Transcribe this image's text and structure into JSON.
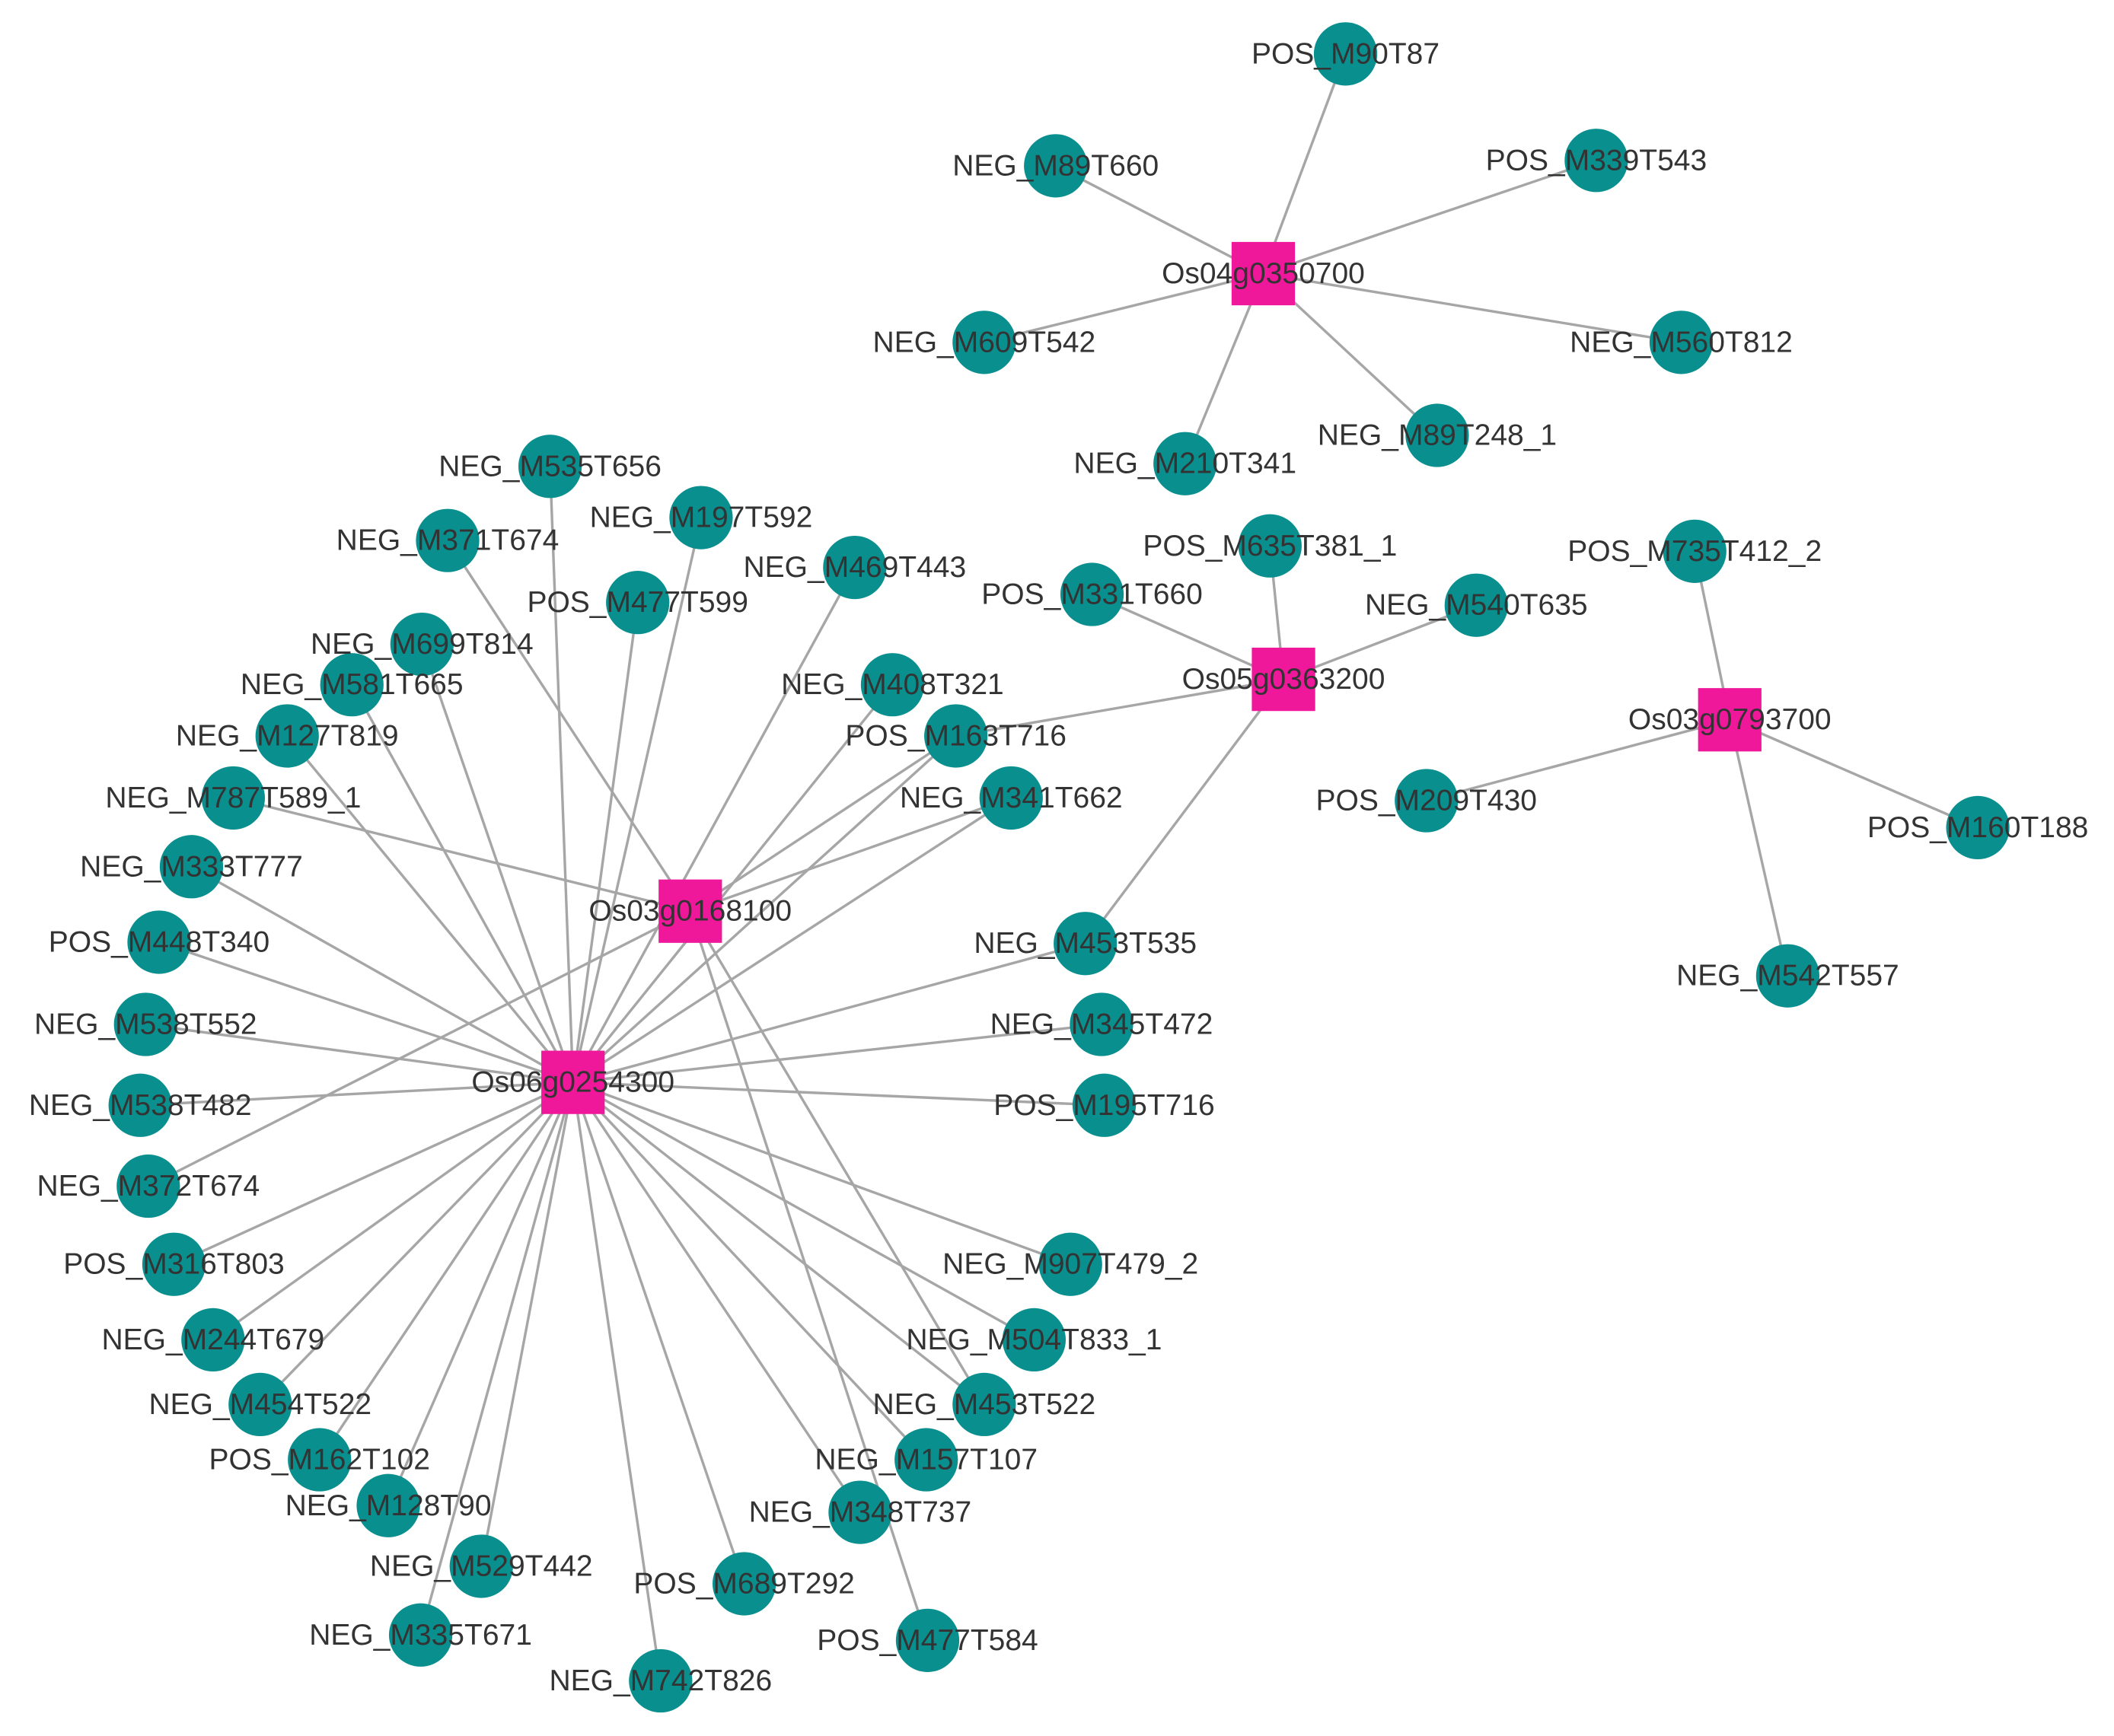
{
  "colors": {
    "gene": "#f0189a",
    "metabolite": "#0a8f8f",
    "edge": "#a6a6a6",
    "label": "#333333"
  },
  "genes": [
    {
      "id": "Os04g0350700",
      "label": "Os04g0350700"
    },
    {
      "id": "Os05g0363200",
      "label": "Os05g0363200"
    },
    {
      "id": "Os03g0793700",
      "label": "Os03g0793700"
    },
    {
      "id": "Os03g0168100",
      "label": "Os03g0168100"
    },
    {
      "id": "Os06g0254300",
      "label": "Os06g0254300"
    }
  ],
  "metabolites": [
    {
      "id": "POS_M90T87",
      "label": "POS_M90T87"
    },
    {
      "id": "NEG_M89T660",
      "label": "NEG_M89T660"
    },
    {
      "id": "POS_M339T543",
      "label": "POS_M339T543"
    },
    {
      "id": "NEG_M609T542",
      "label": "NEG_M609T542"
    },
    {
      "id": "NEG_M560T812",
      "label": "NEG_M560T812"
    },
    {
      "id": "NEG_M210T341",
      "label": "NEG_M210T341"
    },
    {
      "id": "NEG_M89T248_1",
      "label": "NEG_M89T248_1"
    },
    {
      "id": "POS_M635T381_1",
      "label": "POS_M635T381_1"
    },
    {
      "id": "POS_M331T660",
      "label": "POS_M331T660"
    },
    {
      "id": "NEG_M540T635",
      "label": "NEG_M540T635"
    },
    {
      "id": "NEG_M453T535",
      "label": "NEG_M453T535"
    },
    {
      "id": "POS_M735T412_2",
      "label": "POS_M735T412_2"
    },
    {
      "id": "POS_M209T430",
      "label": "POS_M209T430"
    },
    {
      "id": "POS_M160T188",
      "label": "POS_M160T188"
    },
    {
      "id": "NEG_M542T557",
      "label": "NEG_M542T557"
    },
    {
      "id": "NEG_M535T656",
      "label": "NEG_M535T656"
    },
    {
      "id": "NEG_M197T592",
      "label": "NEG_M197T592"
    },
    {
      "id": "NEG_M371T674",
      "label": "NEG_M371T674"
    },
    {
      "id": "NEG_M469T443",
      "label": "NEG_M469T443"
    },
    {
      "id": "POS_M477T599",
      "label": "POS_M477T599"
    },
    {
      "id": "NEG_M699T814",
      "label": "NEG_M699T814"
    },
    {
      "id": "NEG_M581T665",
      "label": "NEG_M581T665"
    },
    {
      "id": "NEG_M408T321",
      "label": "NEG_M408T321"
    },
    {
      "id": "NEG_M127T819",
      "label": "NEG_M127T819"
    },
    {
      "id": "POS_M163T716",
      "label": "POS_M163T716"
    },
    {
      "id": "NEG_M787T589_1",
      "label": "NEG_M787T589_1"
    },
    {
      "id": "NEG_M341T662",
      "label": "NEG_M341T662"
    },
    {
      "id": "NEG_M333T777",
      "label": "NEG_M333T777"
    },
    {
      "id": "POS_M448T340",
      "label": "POS_M448T340"
    },
    {
      "id": "NEG_M538T552",
      "label": "NEG_M538T552"
    },
    {
      "id": "NEG_M345T472",
      "label": "NEG_M345T472"
    },
    {
      "id": "NEG_M538T482",
      "label": "NEG_M538T482"
    },
    {
      "id": "POS_M195T716",
      "label": "POS_M195T716"
    },
    {
      "id": "NEG_M372T674",
      "label": "NEG_M372T674"
    },
    {
      "id": "POS_M316T803",
      "label": "POS_M316T803"
    },
    {
      "id": "NEG_M907T479_2",
      "label": "NEG_M907T479_2"
    },
    {
      "id": "NEG_M244T679",
      "label": "NEG_M244T679"
    },
    {
      "id": "NEG_M504T833_1",
      "label": "NEG_M504T833_1"
    },
    {
      "id": "NEG_M454T522",
      "label": "NEG_M454T522"
    },
    {
      "id": "NEG_M453T522",
      "label": "NEG_M453T522"
    },
    {
      "id": "POS_M162T102",
      "label": "POS_M162T102"
    },
    {
      "id": "NEG_M157T107",
      "label": "NEG_M157T107"
    },
    {
      "id": "NEG_M128T90",
      "label": "NEG_M128T90"
    },
    {
      "id": "NEG_M348T737",
      "label": "NEG_M348T737"
    },
    {
      "id": "NEG_M529T442",
      "label": "NEG_M529T442"
    },
    {
      "id": "POS_M689T292",
      "label": "POS_M689T292"
    },
    {
      "id": "NEG_M335T671",
      "label": "NEG_M335T671"
    },
    {
      "id": "POS_M477T584",
      "label": "POS_M477T584"
    },
    {
      "id": "NEG_M742T826",
      "label": "NEG_M742T826"
    }
  ],
  "edges": [
    [
      "Os04g0350700",
      "POS_M90T87"
    ],
    [
      "Os04g0350700",
      "NEG_M89T660"
    ],
    [
      "Os04g0350700",
      "POS_M339T543"
    ],
    [
      "Os04g0350700",
      "NEG_M609T542"
    ],
    [
      "Os04g0350700",
      "NEG_M560T812"
    ],
    [
      "Os04g0350700",
      "NEG_M210T341"
    ],
    [
      "Os04g0350700",
      "NEG_M89T248_1"
    ],
    [
      "Os05g0363200",
      "POS_M635T381_1"
    ],
    [
      "Os05g0363200",
      "POS_M331T660"
    ],
    [
      "Os05g0363200",
      "NEG_M540T635"
    ],
    [
      "Os05g0363200",
      "NEG_M453T535"
    ],
    [
      "Os05g0363200",
      "POS_M163T716"
    ],
    [
      "Os03g0793700",
      "POS_M735T412_2"
    ],
    [
      "Os03g0793700",
      "POS_M209T430"
    ],
    [
      "Os03g0793700",
      "POS_M160T188"
    ],
    [
      "Os03g0793700",
      "NEG_M542T557"
    ],
    [
      "Os03g0168100",
      "NEG_M371T674"
    ],
    [
      "Os03g0168100",
      "NEG_M787T589_1"
    ],
    [
      "Os03g0168100",
      "NEG_M341T662"
    ],
    [
      "Os03g0168100",
      "POS_M163T716"
    ],
    [
      "Os03g0168100",
      "NEG_M372T674"
    ],
    [
      "Os03g0168100",
      "NEG_M453T522"
    ],
    [
      "Os03g0168100",
      "POS_M477T584"
    ],
    [
      "Os06g0254300",
      "NEG_M535T656"
    ],
    [
      "Os06g0254300",
      "NEG_M197T592"
    ],
    [
      "Os06g0254300",
      "POS_M477T599"
    ],
    [
      "Os06g0254300",
      "NEG_M469T443"
    ],
    [
      "Os06g0254300",
      "NEG_M699T814"
    ],
    [
      "Os06g0254300",
      "NEG_M581T665"
    ],
    [
      "Os06g0254300",
      "NEG_M127T819"
    ],
    [
      "Os06g0254300",
      "NEG_M408T321"
    ],
    [
      "Os06g0254300",
      "POS_M163T716"
    ],
    [
      "Os06g0254300",
      "NEG_M341T662"
    ],
    [
      "Os06g0254300",
      "NEG_M333T777"
    ],
    [
      "Os06g0254300",
      "POS_M448T340"
    ],
    [
      "Os06g0254300",
      "NEG_M538T552"
    ],
    [
      "Os06g0254300",
      "NEG_M453T535"
    ],
    [
      "Os06g0254300",
      "NEG_M345T472"
    ],
    [
      "Os06g0254300",
      "NEG_M538T482"
    ],
    [
      "Os06g0254300",
      "POS_M195T716"
    ],
    [
      "Os06g0254300",
      "POS_M316T803"
    ],
    [
      "Os06g0254300",
      "NEG_M244T679"
    ],
    [
      "Os06g0254300",
      "NEG_M454T522"
    ],
    [
      "Os06g0254300",
      "POS_M162T102"
    ],
    [
      "Os06g0254300",
      "NEG_M128T90"
    ],
    [
      "Os06g0254300",
      "NEG_M529T442"
    ],
    [
      "Os06g0254300",
      "NEG_M335T671"
    ],
    [
      "Os06g0254300",
      "NEG_M742T826"
    ],
    [
      "Os06g0254300",
      "POS_M689T292"
    ],
    [
      "Os06g0254300",
      "NEG_M348T737"
    ],
    [
      "Os06g0254300",
      "NEG_M157T107"
    ],
    [
      "Os06g0254300",
      "NEG_M453T522"
    ],
    [
      "Os06g0254300",
      "NEG_M504T833_1"
    ],
    [
      "Os06g0254300",
      "NEG_M907T479_2"
    ]
  ]
}
